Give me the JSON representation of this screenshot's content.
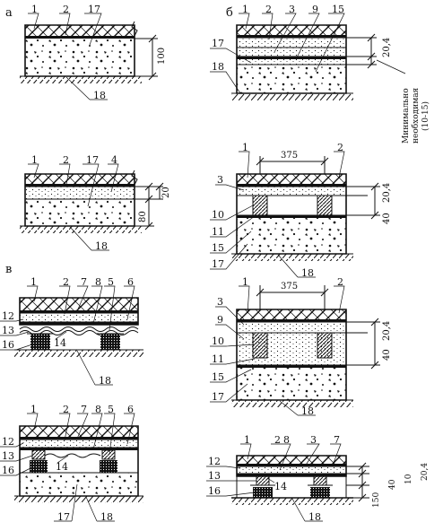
{
  "section_labels": {
    "a": "а",
    "b": "б",
    "v": "в"
  },
  "dimensions": {
    "d100": "100",
    "d20_4": "20,4",
    "d80": "80",
    "d20": "20",
    "d375": "375",
    "d40": "40",
    "d150": "150",
    "d10": "10"
  },
  "note": {
    "line1": "Минимально",
    "line2": "необходимая",
    "line3": "(10-15)"
  },
  "callouts": {
    "n1": "1",
    "n2": "2",
    "n3": "3",
    "n4": "4",
    "n5": "5",
    "n6": "6",
    "n7": "7",
    "n8": "8",
    "n9": "9",
    "n10": "10",
    "n11": "11",
    "n12": "12",
    "n13": "13",
    "n14": "14",
    "n15": "15",
    "n16": "16",
    "n17": "17",
    "n18": "18"
  },
  "palette": {
    "ink": "#111111",
    "paper": "#ffffff"
  }
}
